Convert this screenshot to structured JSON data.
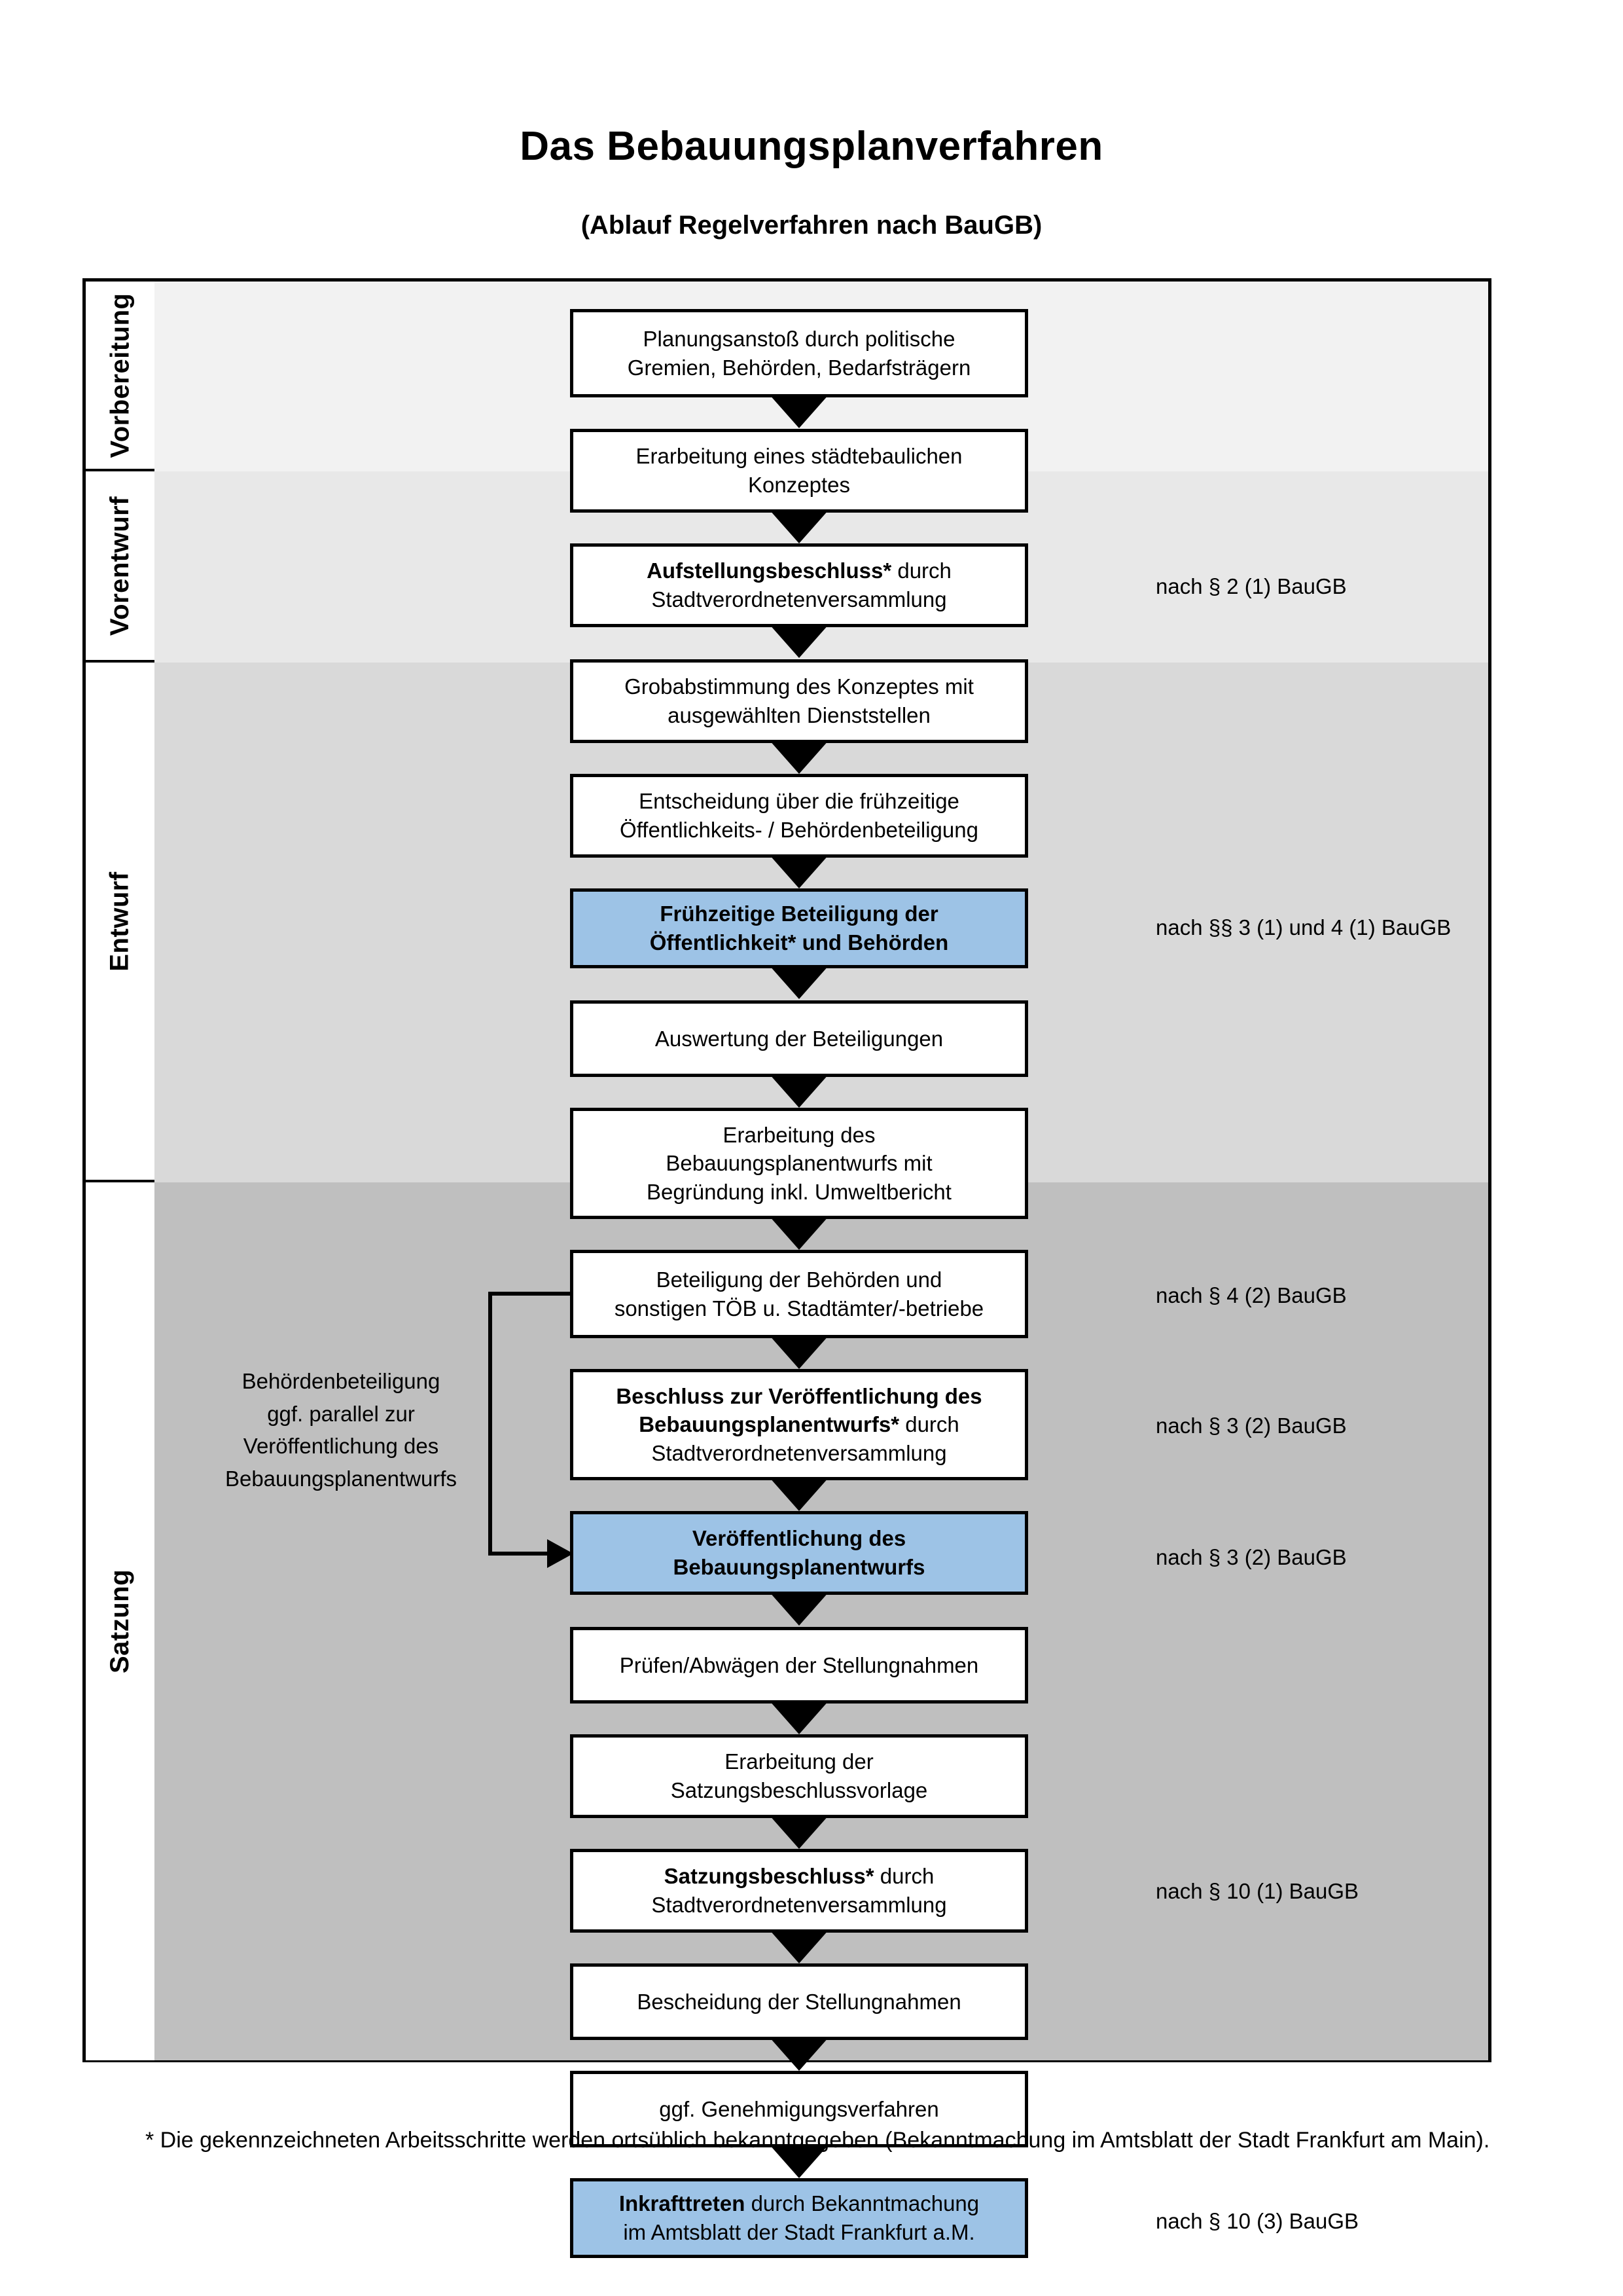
{
  "header": {
    "title": "Das Bebauungsplanverfahren",
    "subtitle": "(Ablauf Regelverfahren nach BauGB)"
  },
  "phases": [
    {
      "id": "vorbereitung",
      "label": "Vorbereitung",
      "background": "#f2f2f2"
    },
    {
      "id": "vorentwurf",
      "label": "Vorentwurf",
      "background": "#e8e8e8"
    },
    {
      "id": "entwurf",
      "label": "Entwurf",
      "background": "#d9d9d9"
    },
    {
      "id": "satzung",
      "label": "Satzung",
      "background": "#bfbfbf"
    }
  ],
  "steps": [
    {
      "id": "s1",
      "phase": "vorbereitung",
      "highlight": false,
      "lines": [
        "Planungsanstoß durch politische",
        "Gremien, Behörden, Bedarfsträgern"
      ]
    },
    {
      "id": "s2",
      "phase": "vorbereitung",
      "highlight": false,
      "lines": [
        "Erarbeitung eines städtebaulichen",
        "Konzeptes"
      ]
    },
    {
      "id": "s3",
      "phase": "vorbereitung",
      "highlight": false,
      "lines": [
        "Aufstellungsbeschluss* durch",
        "Stadtverordnetenversammlung"
      ],
      "bold_lines": [
        0
      ]
    },
    {
      "id": "s4",
      "phase": "vorentwurf",
      "highlight": false,
      "lines": [
        "Grobabstimmung des Konzeptes mit",
        "ausgewählten Dienststellen"
      ]
    },
    {
      "id": "s5",
      "phase": "vorentwurf",
      "highlight": false,
      "lines": [
        "Entscheidung über die frühzeitige",
        "Öffentlichkeits- / Behördenbeteiligung"
      ]
    },
    {
      "id": "s6",
      "phase": "vorentwurf",
      "highlight": true,
      "lines": [
        "Frühzeitige Beteiligung der",
        "Öffentlichkeit* und Behörden"
      ],
      "bold_lines": [
        0,
        1
      ]
    },
    {
      "id": "s7",
      "phase": "entwurf",
      "highlight": false,
      "lines": [
        "Auswertung der Beteiligungen"
      ]
    },
    {
      "id": "s8",
      "phase": "entwurf",
      "highlight": false,
      "lines": [
        "Erarbeitung des",
        "Bebauungsplanentwurfs mit",
        "Begründung inkl. Umweltbericht"
      ]
    },
    {
      "id": "s9",
      "phase": "entwurf",
      "highlight": false,
      "lines": [
        "Beteiligung der Behörden und",
        "sonstigen TÖB u. Stadtämter/-betriebe"
      ]
    },
    {
      "id": "s10",
      "phase": "entwurf",
      "highlight": false,
      "lines": [
        "Beschluss zur Veröffentlichung des",
        "Bebauungsplanentwurfs* durch",
        "Stadtverordnetenversammlung"
      ],
      "bold_lines": [
        0,
        1
      ]
    },
    {
      "id": "s11",
      "phase": "entwurf",
      "highlight": true,
      "lines": [
        "Veröffentlichung des",
        "Bebauungsplanentwurfs"
      ],
      "bold_lines": [
        0,
        1
      ]
    },
    {
      "id": "s12",
      "phase": "satzung",
      "highlight": false,
      "lines": [
        "Prüfen/Abwägen der Stellungnahmen"
      ]
    },
    {
      "id": "s13",
      "phase": "satzung",
      "highlight": false,
      "lines": [
        "Erarbeitung der",
        "Satzungsbeschlussvorlage"
      ]
    },
    {
      "id": "s14",
      "phase": "satzung",
      "highlight": false,
      "lines": [
        "Satzungsbeschluss* durch",
        "Stadtverordnetenversammlung"
      ],
      "bold_lines": [
        0
      ]
    },
    {
      "id": "s15",
      "phase": "satzung",
      "highlight": false,
      "lines": [
        "Bescheidung der Stellungnahmen"
      ]
    },
    {
      "id": "s16",
      "phase": "satzung",
      "highlight": false,
      "lines": [
        "ggf. Genehmigungsverfahren"
      ]
    },
    {
      "id": "s17",
      "phase": "satzung",
      "highlight": true,
      "lines": [
        "Inkrafttreten durch Bekanntmachung",
        "im Amtsblatt der Stadt Frankfurt a.M."
      ],
      "bold_lines": []
    }
  ],
  "legal_refs": [
    {
      "id": "l1",
      "text": "nach § 2 (1) BauGB",
      "for": "s3"
    },
    {
      "id": "l2",
      "text": "nach §§ 3 (1) und 4 (1) BauGB",
      "for": "s6"
    },
    {
      "id": "l3",
      "text": "nach § 4 (2) BauGB",
      "for": "s9"
    },
    {
      "id": "l4",
      "text": "nach § 3 (2) BauGB",
      "for": "s10"
    },
    {
      "id": "l5",
      "text": "nach § 3 (2) BauGB",
      "for": "s11"
    },
    {
      "id": "l6",
      "text": "nach § 10 (1) BauGB",
      "for": "s14"
    },
    {
      "id": "l7",
      "text": "nach § 10 (3) BauGB",
      "for": "s17"
    }
  ],
  "side_note": {
    "lines": [
      "Behördenbeteiligung",
      "ggf. parallel zur",
      "Veröffentlichung des",
      "Bebauungsplanentwurfs"
    ]
  },
  "footnote": {
    "text": "* Die gekennzeichneten Arbeitsschritte werden ortsüblich bekanntgegeben (Bekanntmachung im Amtsblatt  der Stadt Frankfurt am Main)."
  },
  "colors": {
    "highlight_box": "#9dc3e6",
    "border": "#000000",
    "box_background": "#ffffff"
  }
}
